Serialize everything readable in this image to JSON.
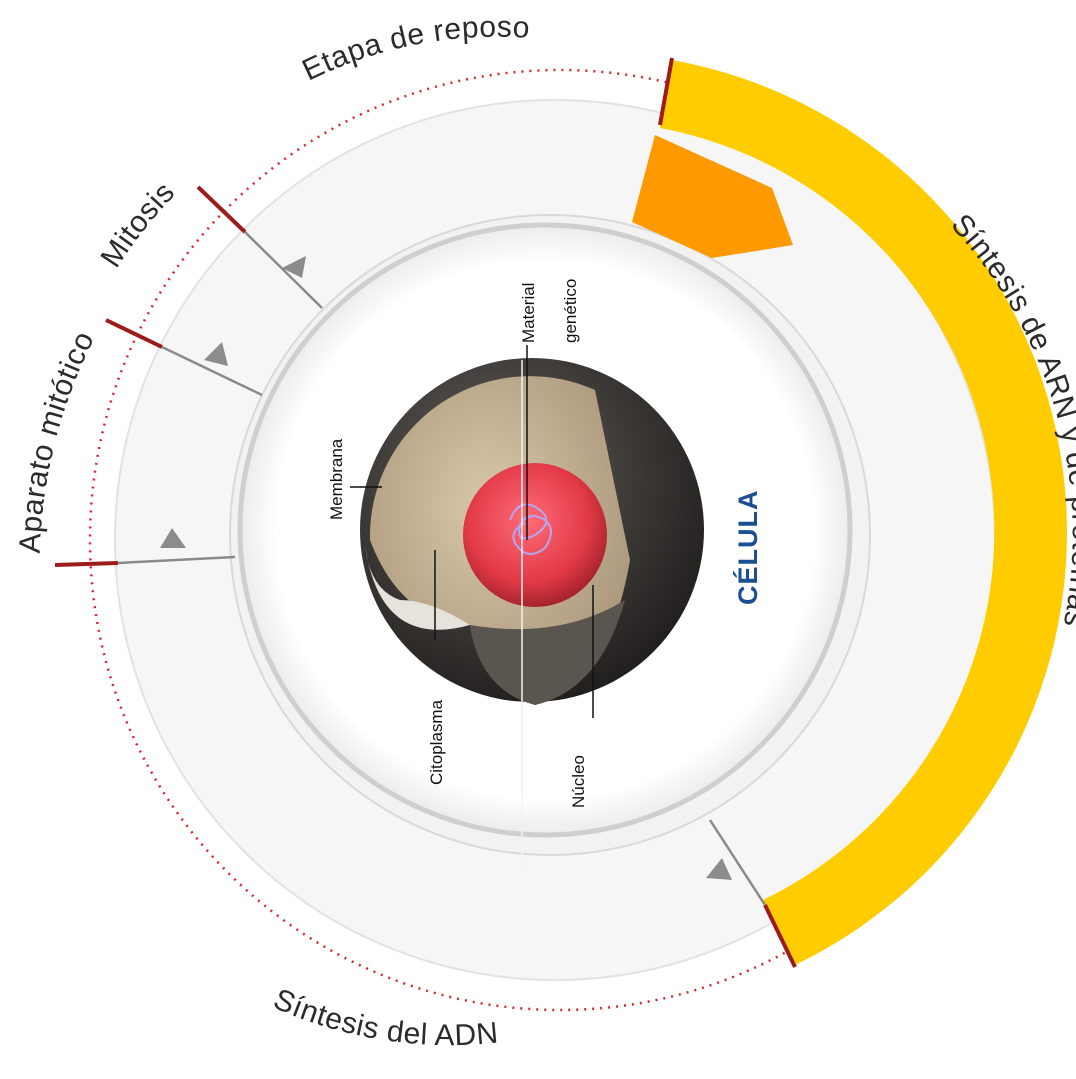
{
  "diagram": {
    "phases": {
      "rest": "Etapa de reposo",
      "rna_protein": "Síntesis de ARN y de proteínas",
      "dna": "Síntesis del ADN",
      "mitotic_apparatus": "Aparato mitótico",
      "mitosis": "Mitosis"
    },
    "cell": {
      "title": "CÉLULA",
      "membrane": "Membrana",
      "cytoplasm": "Citoplasma",
      "genetic_material_line1": "Material",
      "genetic_material_line2": "genético",
      "nucleus": "Núcleo"
    },
    "colors": {
      "rna_band": "#ffcc00",
      "marker": "#ff9900",
      "dotted_ring": "#d4282d",
      "divider_tip": "#9e1b1b",
      "title": "#1b4f93"
    }
  }
}
